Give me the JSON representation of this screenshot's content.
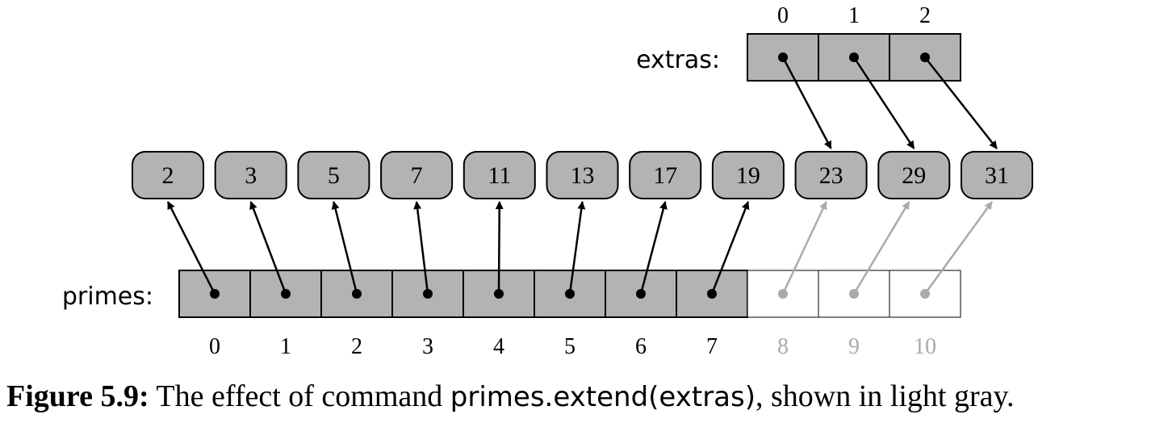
{
  "extras": {
    "label": "extras:",
    "indices": [
      "0",
      "1",
      "2"
    ]
  },
  "values": [
    "2",
    "3",
    "5",
    "7",
    "11",
    "13",
    "17",
    "19",
    "23",
    "29",
    "31"
  ],
  "primes": {
    "label": "primes:",
    "indices": [
      "0",
      "1",
      "2",
      "3",
      "4",
      "5",
      "6",
      "7",
      "8",
      "9",
      "10"
    ],
    "original_count": 8
  },
  "caption": {
    "label": "Figure 5.9:",
    "text_before": " The effect of command ",
    "code": "primes.extend(extras)",
    "text_after": ", shown in light gray."
  },
  "colors": {
    "fill_gray": "#b3b3b3",
    "stroke": "#000000",
    "light_gray": "#aaaaaa",
    "new_cell_fill": "#ffffff"
  }
}
